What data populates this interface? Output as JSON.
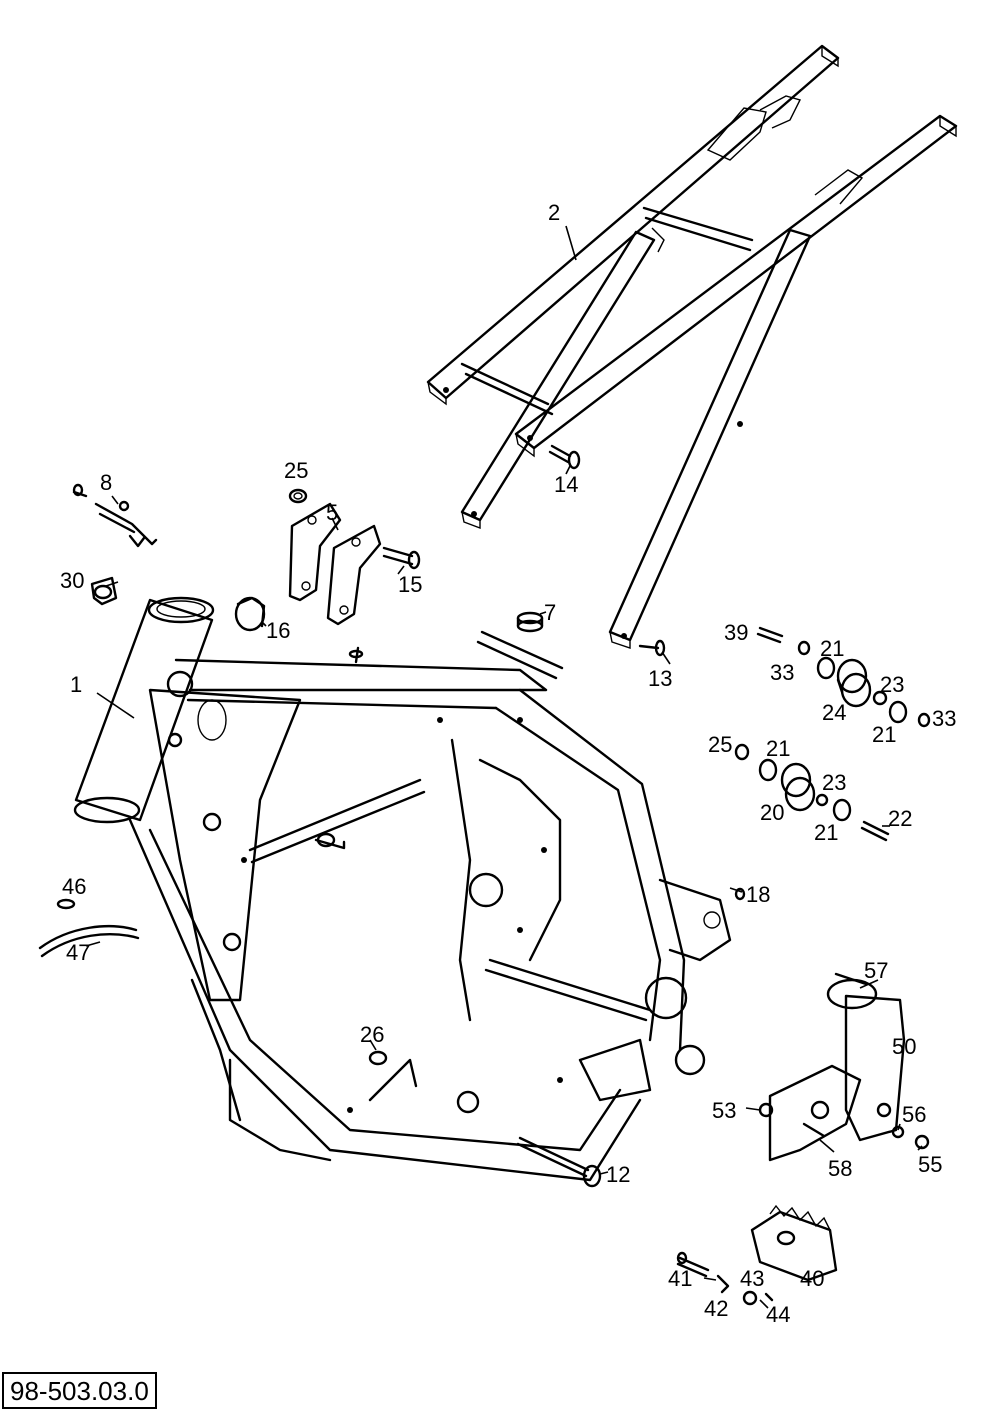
{
  "drawing_code": "98-503.03.0",
  "callouts": [
    {
      "id": "c1",
      "text": "1"
    },
    {
      "id": "c2",
      "text": "2"
    },
    {
      "id": "c5",
      "text": "5"
    },
    {
      "id": "c7",
      "text": "7"
    },
    {
      "id": "c8",
      "text": "8"
    },
    {
      "id": "c12",
      "text": "12"
    },
    {
      "id": "c13",
      "text": "13"
    },
    {
      "id": "c14",
      "text": "14"
    },
    {
      "id": "c15",
      "text": "15"
    },
    {
      "id": "c16",
      "text": "16"
    },
    {
      "id": "c18",
      "text": "18"
    },
    {
      "id": "c20",
      "text": "20"
    },
    {
      "id": "c21a",
      "text": "21"
    },
    {
      "id": "c21b",
      "text": "21"
    },
    {
      "id": "c21c",
      "text": "21"
    },
    {
      "id": "c21d",
      "text": "21"
    },
    {
      "id": "c22",
      "text": "22"
    },
    {
      "id": "c23a",
      "text": "23"
    },
    {
      "id": "c23b",
      "text": "23"
    },
    {
      "id": "c24",
      "text": "24"
    },
    {
      "id": "c25a",
      "text": "25"
    },
    {
      "id": "c25b",
      "text": "25"
    },
    {
      "id": "c26",
      "text": "26"
    },
    {
      "id": "c30",
      "text": "30"
    },
    {
      "id": "c33a",
      "text": "33"
    },
    {
      "id": "c33b",
      "text": "33"
    },
    {
      "id": "c39",
      "text": "39"
    },
    {
      "id": "c40",
      "text": "40"
    },
    {
      "id": "c41",
      "text": "41"
    },
    {
      "id": "c42",
      "text": "42"
    },
    {
      "id": "c43",
      "text": "43"
    },
    {
      "id": "c44",
      "text": "44"
    },
    {
      "id": "c46",
      "text": "46"
    },
    {
      "id": "c47",
      "text": "47"
    },
    {
      "id": "c50",
      "text": "50"
    },
    {
      "id": "c53",
      "text": "53"
    },
    {
      "id": "c55",
      "text": "55"
    },
    {
      "id": "c56",
      "text": "56"
    },
    {
      "id": "c57",
      "text": "57"
    },
    {
      "id": "c58",
      "text": "58"
    }
  ]
}
